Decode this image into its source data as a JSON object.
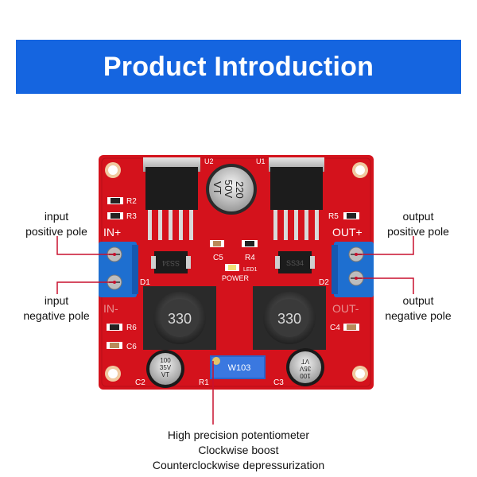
{
  "banner": {
    "title": "Product Introduction"
  },
  "callouts": {
    "in_pos": {
      "line1": "input",
      "line2": "positive pole"
    },
    "in_neg": {
      "line1": "input",
      "line2": "negative pole"
    },
    "out_pos": {
      "line1": "output",
      "line2": "positive pole"
    },
    "out_neg": {
      "line1": "output",
      "line2": "negative pole"
    },
    "potentiometer": {
      "line1": "High precision potentiometer",
      "line2": "Clockwise boost",
      "line3": "Counterclockwise depressurization"
    }
  },
  "board": {
    "in_plus": "IN+",
    "in_minus": "IN-",
    "out_plus": "OUT+",
    "out_minus": "OUT-",
    "power": "POWER",
    "led1": "LED1",
    "u1": "U1",
    "u2": "U2",
    "r1": "R1",
    "r2": "R2",
    "r3": "R3",
    "r4": "R4",
    "r5": "R5",
    "r6": "R6",
    "c2": "C2",
    "c3": "C3",
    "c4": "C4",
    "c5": "C5",
    "c6": "C6",
    "d1": "D1",
    "d2": "D2",
    "big_cap_line1": "220",
    "big_cap_line2": "50V",
    "big_cap_line3": "VT",
    "inductor_left": "330",
    "inductor_right": "330",
    "diode_marking": "SS34",
    "pot_marking": "W103",
    "small_cap_left_line1": "100",
    "small_cap_left_line2": "35V",
    "small_cap_left_line3": "VT",
    "small_cap_right_line1": "100",
    "small_cap_right_line2": "35V",
    "small_cap_right_line3": "VT"
  },
  "colors": {
    "banner": "#1565e0",
    "pcb": "#d4121c",
    "terminal": "#1e6fd0",
    "callout_line": "#c8102e"
  }
}
